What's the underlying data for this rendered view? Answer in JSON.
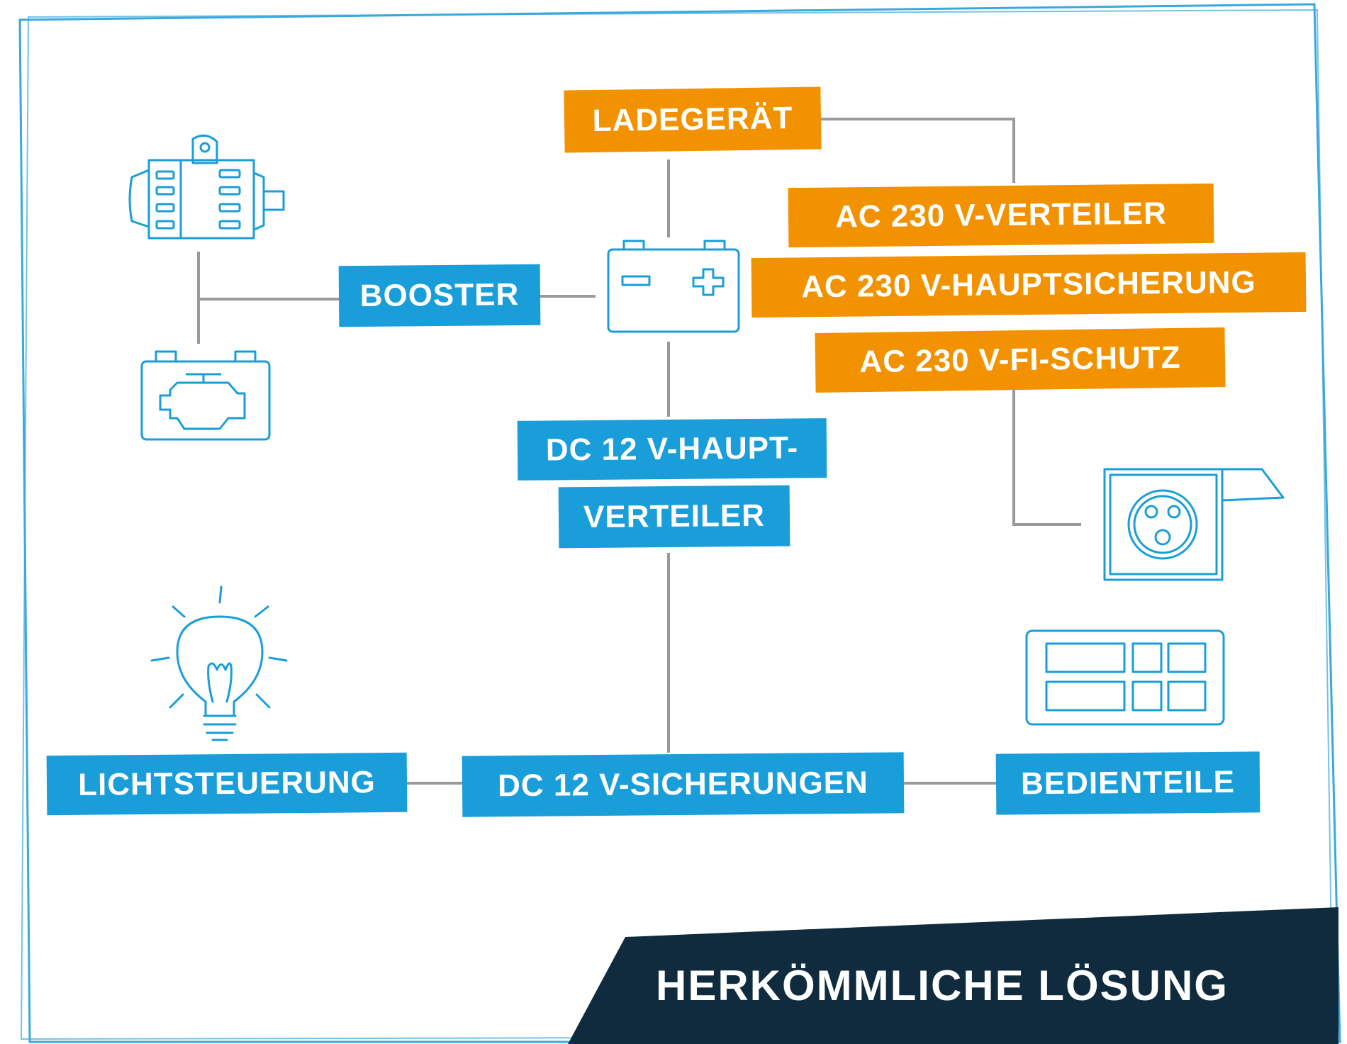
{
  "diagram": {
    "charger_label": "LADEGERÄT",
    "ac_distributor_label": "AC 230 V-VERTEILER",
    "ac_main_fuse_label": "AC 230 V-HAUPTSICHERUNG",
    "ac_rcd_label": "AC 230 V-FI-SCHUTZ",
    "booster_label": "BOOSTER",
    "dc_main_distributor_line1": "DC 12 V-HAUPT-",
    "dc_main_distributor_line2": "VERTEILER",
    "dc_fuses_label": "DC 12 V-SICHERUNGEN",
    "light_control_label": "LICHTSTEUERUNG",
    "control_panels_label": "BEDIENTEILE"
  },
  "footer": {
    "title": "HERKÖMMLICHE LÖSUNG"
  },
  "colors": {
    "blue": "#1a9ed9",
    "orange": "#f39200",
    "navy": "#0f2b3d",
    "line_gray": "#9a9a9a",
    "frame_blue": "#3aa8dd"
  },
  "icons": [
    "alternator-icon",
    "engine-battery-icon",
    "battery-icon",
    "socket-icon",
    "light-bulb-icon",
    "control-panel-icon"
  ]
}
